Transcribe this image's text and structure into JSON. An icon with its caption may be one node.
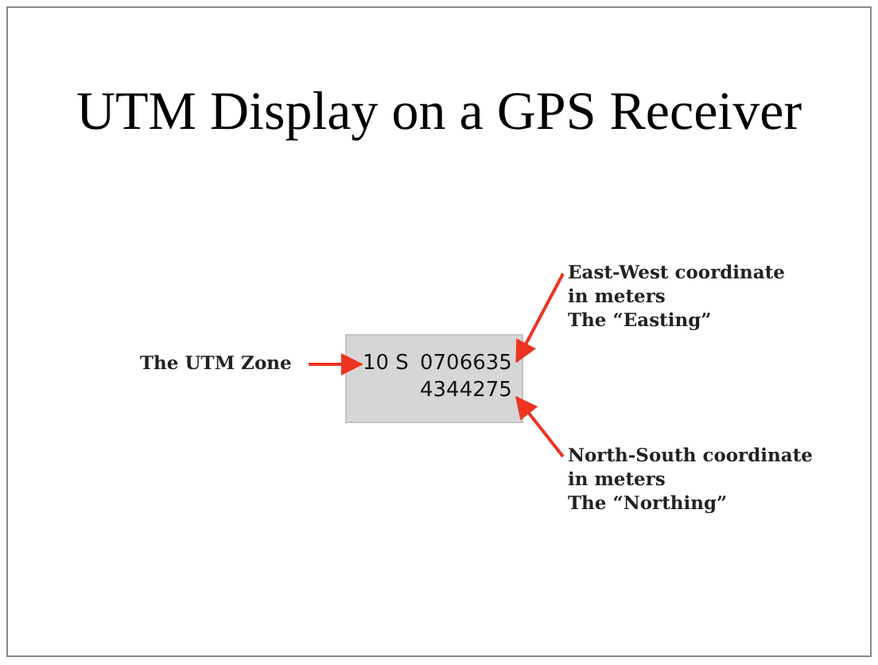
{
  "diagram": {
    "title": "UTM Display on a GPS Receiver",
    "nodes": [
      {
        "text": [
          "The UTM Zone"
        ]
      },
      {
        "text": [
          "East-West coordinate in meters",
          "The “Easting”"
        ]
      },
      {
        "text": [],
        "shape": "box"
      },
      {
        "text": [
          "10 S"
        ],
        "in": 2
      },
      {
        "text": [
          "0706635"
        ],
        "in": 2
      },
      {
        "text": [
          "4344275"
        ],
        "in": 2
      },
      {
        "text": [
          "North-South coordinate in meters",
          "The “Northing”"
        ]
      }
    ],
    "edges": [
      {
        "from": 0,
        "to": 3,
        "arrow": "to"
      },
      {
        "from": 1,
        "to": 4,
        "arrow": "to"
      },
      {
        "from": 6,
        "to": 5,
        "arrow": "to"
      }
    ]
  }
}
